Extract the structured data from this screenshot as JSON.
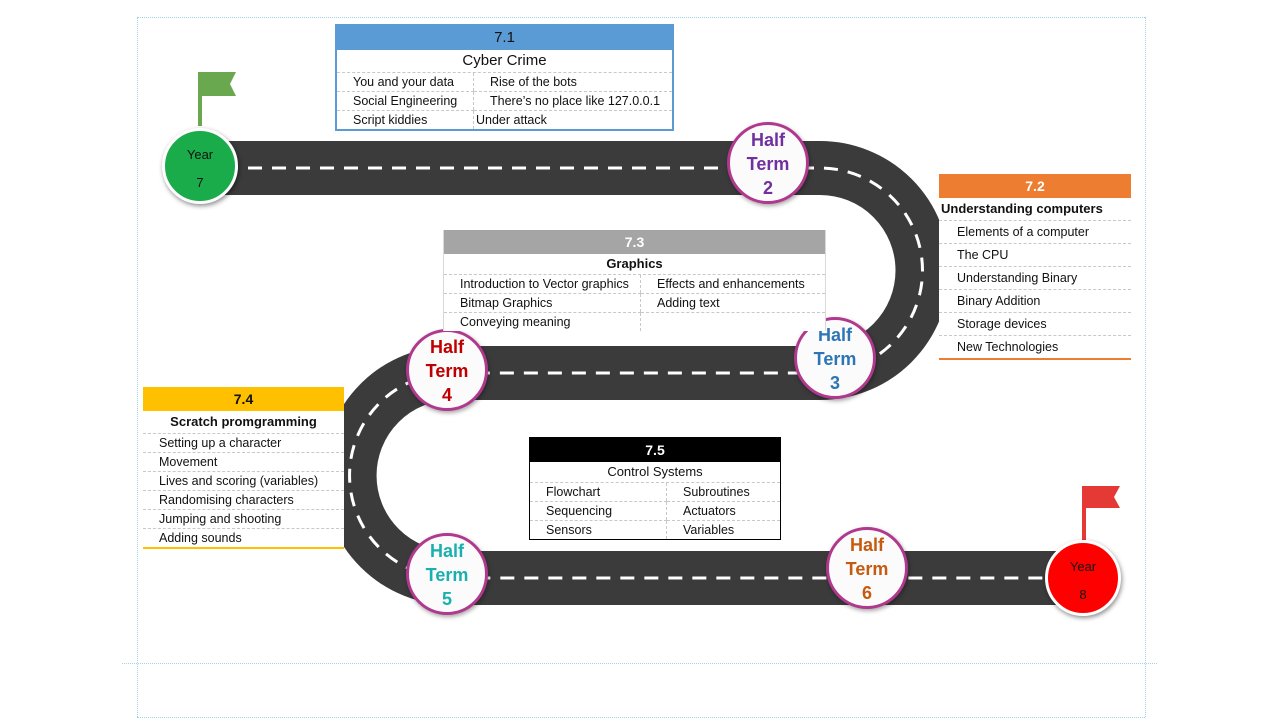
{
  "colors": {
    "road": "#3b3b3b",
    "milestone_border": "#b0398e",
    "start_flag": "#6aa84f",
    "end_flag": "#e53935"
  },
  "start": {
    "line1": "Year",
    "line2": "7",
    "color": "#1aab4a",
    "flag_icon": "flag-icon"
  },
  "end": {
    "line1": "Year",
    "line2": "8",
    "color": "#ff0000",
    "flag_icon": "flag-icon"
  },
  "half_terms": [
    {
      "line1": "Half",
      "line2": "Term",
      "line3": "2",
      "color": "#7030a0"
    },
    {
      "line1": "Half",
      "line2": "Term",
      "line3": "3",
      "color": "#2e75b6"
    },
    {
      "line1": "Half",
      "line2": "Term",
      "line3": "4",
      "color": "#c00000"
    },
    {
      "line1": "Half",
      "line2": "Term",
      "line3": "5",
      "color": "#1ab0b0"
    },
    {
      "line1": "Half",
      "line2": "Term",
      "line3": "6",
      "color": "#c55a11"
    }
  ],
  "units": {
    "u71": {
      "number": "7.1",
      "title": "Cyber Crime",
      "color": "#5b9bd5",
      "rows": [
        [
          "You and your data",
          "Rise of the bots"
        ],
        [
          "Social Engineering",
          "There’s no place like 127.0.0.1"
        ],
        [
          "Script kiddies",
          "Under attack"
        ]
      ]
    },
    "u72": {
      "number": "7.2",
      "title": "Understanding computers",
      "color": "#ed7d31",
      "items": [
        "Elements of a computer",
        "The CPU",
        "Understanding Binary",
        "Binary Addition",
        "Storage devices",
        "New Technologies"
      ]
    },
    "u73": {
      "number": "7.3",
      "title": "Graphics",
      "color": "#a5a5a5",
      "rows": [
        [
          "Introduction to Vector graphics",
          "Effects and enhancements"
        ],
        [
          "Bitmap Graphics",
          "Adding text"
        ],
        [
          "Conveying meaning",
          ""
        ]
      ]
    },
    "u74": {
      "number": "7.4",
      "title": "Scratch promgramming",
      "color": "#ffc000",
      "items": [
        "Setting up a character",
        "Movement",
        "Lives and scoring (variables)",
        "Randomising characters",
        "Jumping and shooting",
        "Adding sounds"
      ]
    },
    "u75": {
      "number": "7.5",
      "title": "Control Systems",
      "color": "#000000",
      "rows": [
        [
          "Flowchart",
          "Subroutines"
        ],
        [
          "Sequencing",
          "Actuators"
        ],
        [
          "Sensors",
          "Variables"
        ]
      ]
    }
  }
}
